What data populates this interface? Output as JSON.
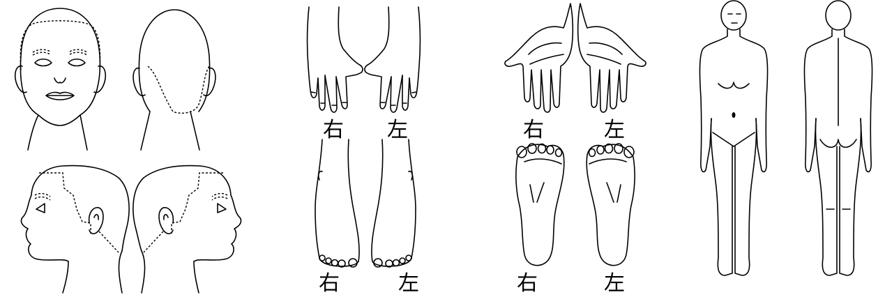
{
  "labels": {
    "hands_right": "右",
    "hands_left": "左",
    "feet_top_right": "右",
    "feet_top_left": "左",
    "palms_right": "右",
    "palms_left": "左",
    "soles_right": "右",
    "soles_left": "左"
  }
}
